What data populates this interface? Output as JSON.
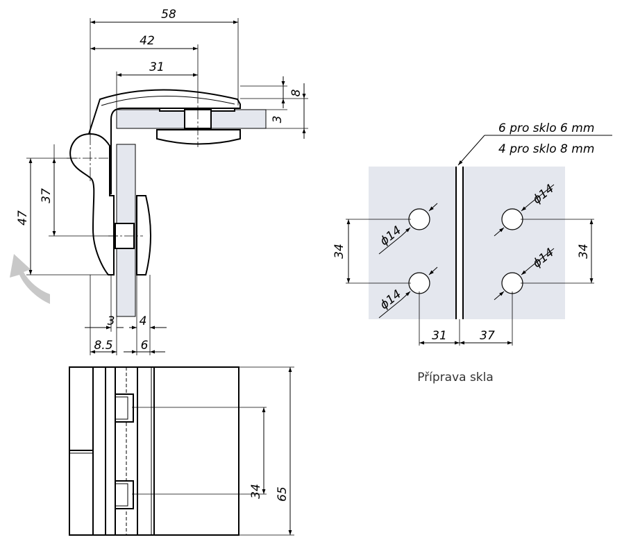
{
  "side_view": {
    "dim_58": "58",
    "dim_42": "42",
    "dim_31": "31",
    "dim_8": "8",
    "dim_3_top": "3",
    "dim_37": "37",
    "dim_47": "47",
    "dim_3_bottom": "3",
    "dim_4": "4",
    "dim_8_5": "8.5",
    "dim_6": "6"
  },
  "front_view": {
    "dim_34": "34",
    "dim_65": "65"
  },
  "glass_prep": {
    "note_line1": "6 pro sklo 6 mm",
    "note_line2": "4 pro sklo 8 mm",
    "hole_tl": "ϕ14",
    "hole_bl": "ϕ14",
    "hole_tr": "ϕ14",
    "hole_br": "ϕ14",
    "dim_34_left": "34",
    "dim_34_right": "34",
    "dim_31": "31",
    "dim_37": "37",
    "caption": "Příprava skla"
  },
  "colors": {
    "glass": "#e4e7ee",
    "arrow": "#c8c8c8"
  }
}
